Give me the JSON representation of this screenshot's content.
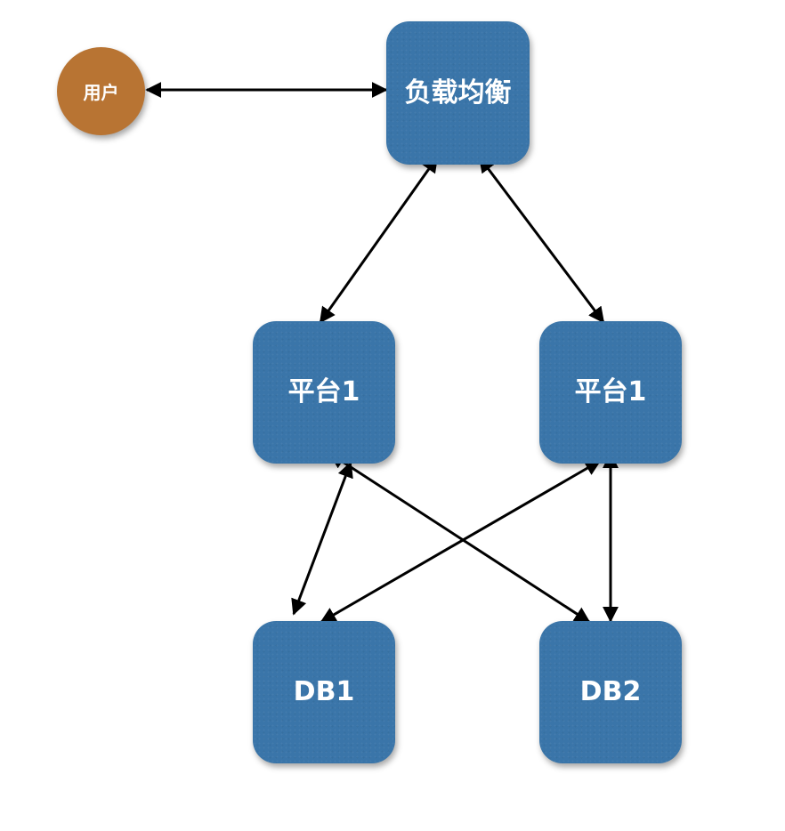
{
  "nodes": {
    "user": {
      "label": "用户",
      "color": "#b87433"
    },
    "load_balancer": {
      "label": "负载均衡",
      "color": "#3a75a9"
    },
    "platform_left": {
      "label": "平台1",
      "color": "#3a75a9"
    },
    "platform_right": {
      "label": "平台1",
      "color": "#3a75a9"
    },
    "db1": {
      "label": "DB1",
      "color": "#3a75a9"
    },
    "db2": {
      "label": "DB2",
      "color": "#3a75a9"
    }
  },
  "edges": [
    {
      "from": "user",
      "to": "load_balancer",
      "bidirectional": true
    },
    {
      "from": "load_balancer",
      "to": "platform_left",
      "bidirectional": true
    },
    {
      "from": "load_balancer",
      "to": "platform_right",
      "bidirectional": true
    },
    {
      "from": "platform_left",
      "to": "db1",
      "bidirectional": true
    },
    {
      "from": "platform_left",
      "to": "db2",
      "bidirectional": true
    },
    {
      "from": "platform_right",
      "to": "db1",
      "bidirectional": true
    },
    {
      "from": "platform_right",
      "to": "db2",
      "bidirectional": true
    }
  ]
}
